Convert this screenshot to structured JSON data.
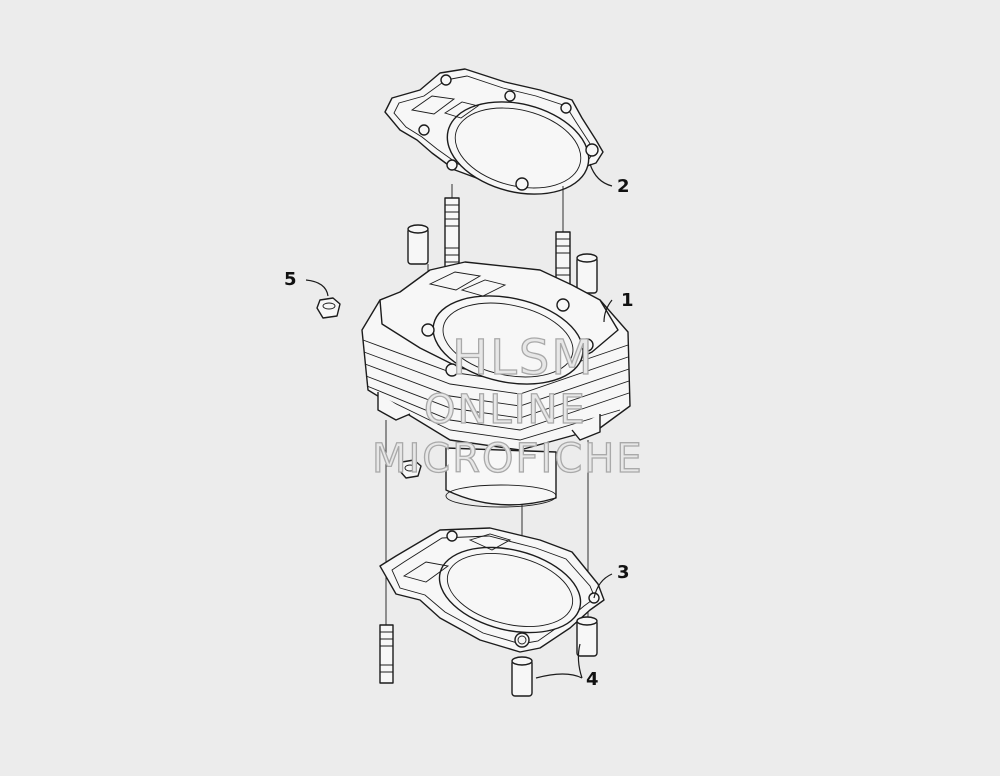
{
  "callouts": [
    {
      "id": "1",
      "label": "1"
    },
    {
      "id": "2",
      "label": "2"
    },
    {
      "id": "3",
      "label": "3"
    },
    {
      "id": "4",
      "label": "4"
    },
    {
      "id": "5",
      "label": "5"
    }
  ],
  "watermark": {
    "line1": "HLSM",
    "line2": "ONLINE",
    "line3": "MICROFICHE"
  }
}
